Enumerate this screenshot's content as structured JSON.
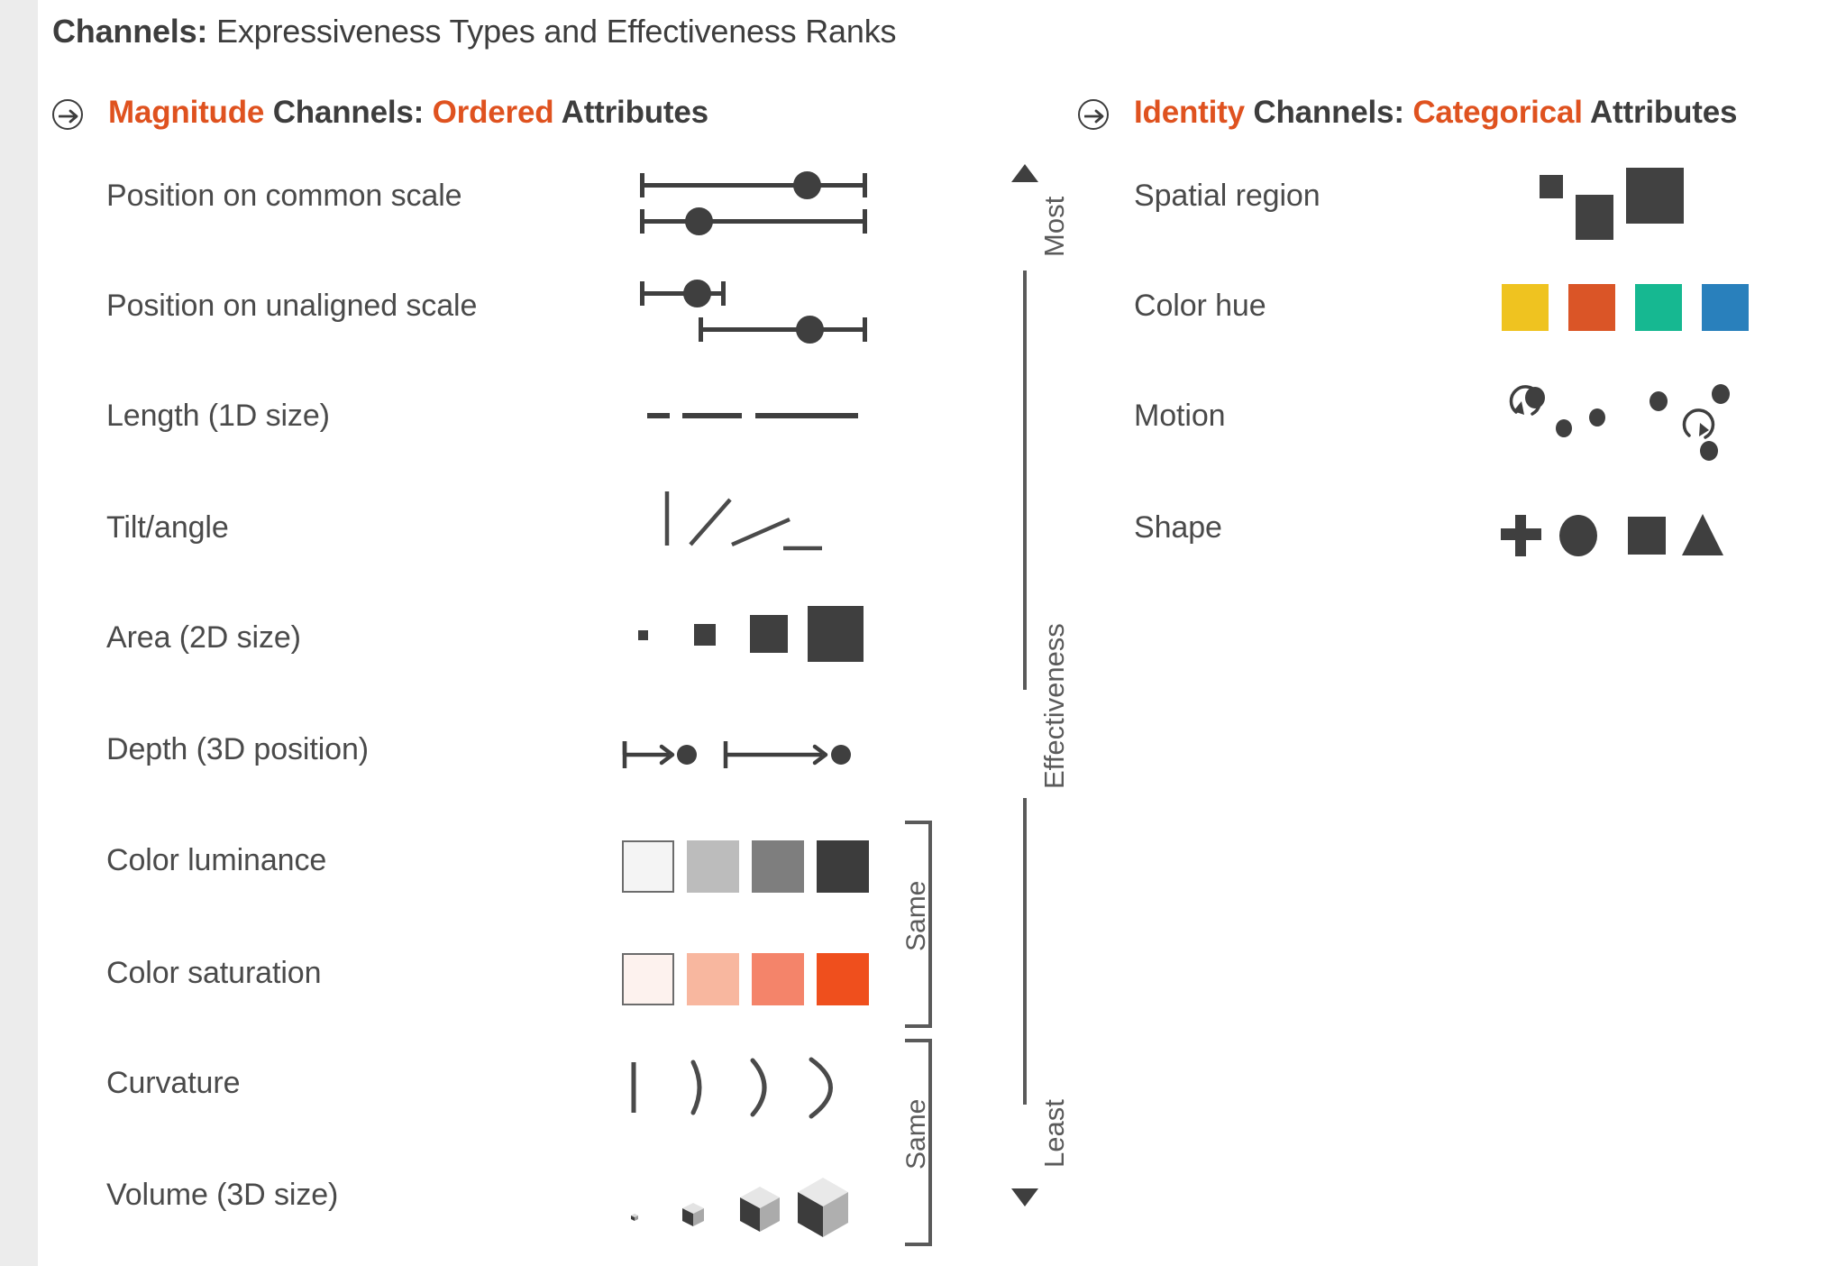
{
  "title": {
    "bold": "Channels:",
    "rest": " Expressiveness Types and Effectiveness Ranks"
  },
  "colors": {
    "accent_orange": "#df521f",
    "text_dark": "#3d3d3d",
    "text_gray": "#4a4a4a",
    "glyph_dark": "#3f3f3f",
    "hue_yellow": "#efc320",
    "hue_orange": "#da5527",
    "hue_teal": "#16b891",
    "hue_blue": "#2980bc",
    "lum_1": "#f4f4f4",
    "lum_2": "#bcbcbc",
    "lum_3": "#7e7e7e",
    "lum_4": "#3c3c3c",
    "sat_1": "#fdf2ee",
    "sat_2": "#f8b79f",
    "sat_3": "#f4846a",
    "sat_4": "#ef4f1d"
  },
  "magnitude": {
    "header": {
      "icon": "circled-arrow-right-icon",
      "part1": "Magnitude",
      "part2": " Channels: ",
      "part3": "Ordered",
      "part4": " Attributes"
    },
    "rows": [
      {
        "label": "Position on common scale",
        "glyph": "position-common-scale"
      },
      {
        "label": "Position on unaligned scale",
        "glyph": "position-unaligned-scale"
      },
      {
        "label": "Length (1D size)",
        "glyph": "length-1d"
      },
      {
        "label": "Tilt/angle",
        "glyph": "tilt-angle"
      },
      {
        "label": "Area (2D size)",
        "glyph": "area-2d"
      },
      {
        "label": "Depth (3D position)",
        "glyph": "depth-3d"
      },
      {
        "label": "Color luminance",
        "glyph": "color-luminance"
      },
      {
        "label": "Color saturation",
        "glyph": "color-saturation"
      },
      {
        "label": "Curvature",
        "glyph": "curvature"
      },
      {
        "label": "Volume (3D size)",
        "glyph": "volume-3d"
      }
    ],
    "brackets": [
      {
        "label": "Same",
        "groups": [
          "Color luminance",
          "Color saturation"
        ]
      },
      {
        "label": "Same",
        "groups": [
          "Curvature",
          "Volume (3D size)"
        ]
      }
    ]
  },
  "identity": {
    "header": {
      "icon": "circled-arrow-right-icon",
      "part1": "Identity",
      "part2": " Channels: ",
      "part3": "Categorical",
      "part4": " Attributes"
    },
    "rows": [
      {
        "label": "Spatial region",
        "glyph": "spatial-region"
      },
      {
        "label": "Color hue",
        "glyph": "color-hue"
      },
      {
        "label": "Motion",
        "glyph": "motion"
      },
      {
        "label": "Shape",
        "glyph": "shape"
      }
    ]
  },
  "axis": {
    "top_label": "Most",
    "mid_label": "Effectiveness",
    "bottom_label": "Least",
    "top_arrow": "triangle-up-icon",
    "bottom_arrow": "triangle-down-icon"
  }
}
